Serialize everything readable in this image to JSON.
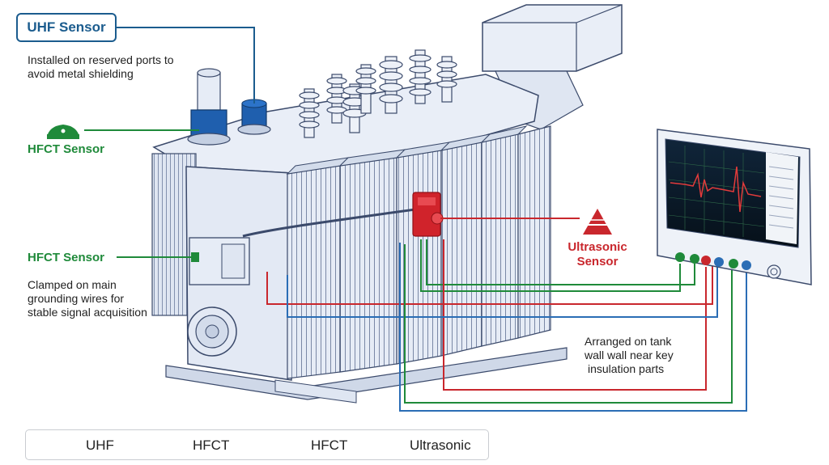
{
  "labels": {
    "uhf_title": "UHF Sensor",
    "uhf_note_line1": "Installed on reserved ports to",
    "uhf_note_line2": "avoid metal shielding",
    "hfct_title_top": "HFCT Sensor",
    "hfct_title_mid": "HFCT Sensor",
    "hfct_note_line1": "Clamped on main",
    "hfct_note_line2": "grounding wires for",
    "hfct_note_line3": "stable signal acquisition",
    "ultrasonic_title_line1": "Ultrasonic",
    "ultrasonic_title_line2": "Sensor",
    "tank_note_line1": "Arranged on tank",
    "tank_note_line2": "wall wall near key",
    "tank_note_line3": "insulation parts"
  },
  "legend": {
    "uhf": "UHF",
    "hfct_a": "HFCT",
    "hfct_b": "HFCT",
    "ultrasonic": "Ultrasonic"
  },
  "colors": {
    "uhf_blue": "#1b5c8e",
    "hfct_green": "#1f8a3a",
    "ultrasonic_red": "#c9272d",
    "line_blue": "#2a6db5",
    "drawing_stroke": "#3b4a6b",
    "drawing_fill": "#e9eef7",
    "monitor_screen": "#0d1b2a"
  },
  "icons": {
    "hfct_clamp": "hfct-clamp-icon",
    "ultrasonic": "ultrasonic-warning-icon",
    "legend_uhf": "uhf-legend-icon",
    "legend_hfct_a": "hfct-waveform-legend-icon",
    "legend_hfct_b": "hfct-ring-legend-icon",
    "legend_ultrasonic": "ultrasonic-ring-legend-icon"
  }
}
